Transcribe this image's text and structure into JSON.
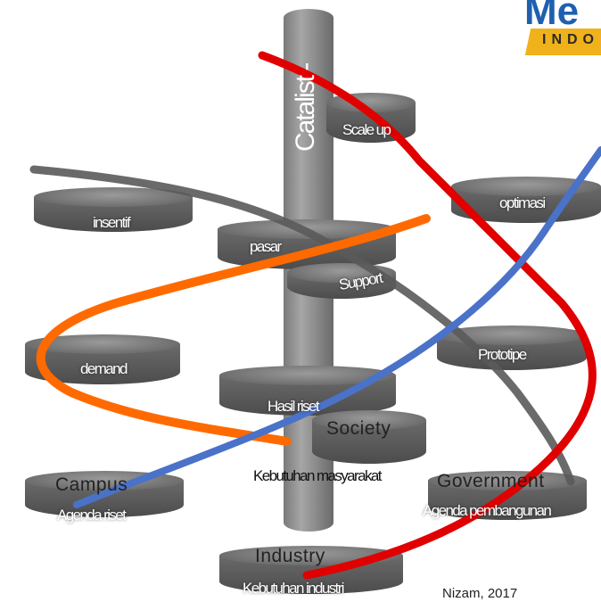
{
  "logo": {
    "wordmark": "Me",
    "subtext": "INDO",
    "colors": {
      "wordmark": "#1f5fb0",
      "subtext": "#2a2a2a",
      "band": "#f0b21a"
    }
  },
  "pillar": {
    "label": "Catalist -"
  },
  "discs": {
    "scale_up": "Scale up",
    "optimasi": "optimasi",
    "insentif": "insentif",
    "pasar": "pasar",
    "support": "Support",
    "demand": "demand",
    "prototipe": "Prototipe",
    "hasil_riset": "Hasil riset",
    "society_title": "Society",
    "society_caption": "Kebutuhan masyarakat",
    "campus_title": "Campus",
    "campus_caption": "Agenda riset",
    "government_title": "Government",
    "government_caption": "Agenda pembangunan",
    "industry_title": "Industry",
    "industry_caption": "Kebutuhan industri"
  },
  "credit": "Nizam, 2017",
  "curve_colors": {
    "red": "#e00000",
    "blue": "#4a72c8",
    "orange": "#ff6a00",
    "gray": "#5a5a5a"
  }
}
